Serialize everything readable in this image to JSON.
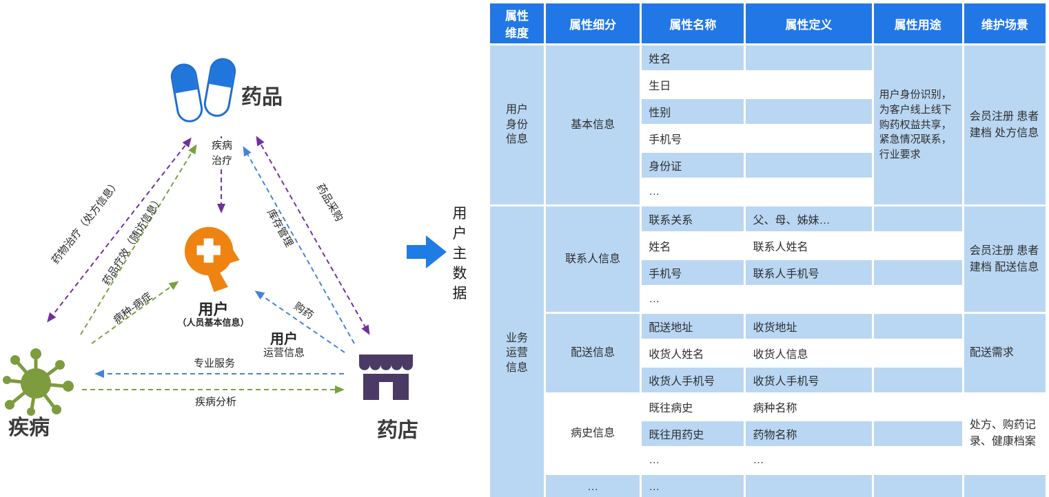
{
  "diagram": {
    "nodes": {
      "medicine": {
        "label": "药品"
      },
      "user": {
        "label": "用户",
        "sublabel": "（人员基本信息）"
      },
      "disease": {
        "label": "疾病"
      },
      "pharmacy": {
        "label": "药店"
      }
    },
    "edge_labels": {
      "disease_treatment": "疾病治疗",
      "drug_therapy": "药物治疗（处方信息）",
      "drug_efficacy": "药品疗效（随访信息）",
      "disease_symptom": "病种-病症",
      "drug_purchase": "药品采购",
      "inventory": "库存管理",
      "buy_medicine": "购药",
      "professional_service": "专业服务",
      "disease_analysis": "疾病分析"
    },
    "ops_label": {
      "line1": "用户",
      "line2": "运营信息"
    },
    "flow_label": "用户主数据"
  },
  "table": {
    "headers": [
      "属性\n维度",
      "属性细分",
      "属性名称",
      "属性定义",
      "属性用途",
      "维护场景"
    ],
    "identity": {
      "dimension": "用户\n身份\n信息",
      "subdivision": "基本信息",
      "rows": [
        {
          "name": "姓名",
          "definition": ""
        },
        {
          "name": "生日",
          "definition": ""
        },
        {
          "name": "性别",
          "definition": ""
        },
        {
          "name": "手机号",
          "definition": ""
        },
        {
          "name": "身份证",
          "definition": ""
        },
        {
          "name": "…",
          "definition": ""
        }
      ],
      "purpose": "用户身份识别，为客户线上线下购药权益共享，紧急情况联系，行业要求",
      "scenario": "会员注册\n患者建档\n处方信息"
    },
    "business": {
      "dimension": "业务\n运营\n信息",
      "groups": [
        {
          "subdivision": "联系人信息",
          "rows": [
            {
              "name": "联系关系",
              "definition": "父、母、姊妹…"
            },
            {
              "name": "姓名",
              "definition": "联系人姓名"
            },
            {
              "name": "手机号",
              "definition": "联系人手机号"
            },
            {
              "name": "…",
              "definition": ""
            }
          ],
          "scenario": "会员注册\n患者建档\n配送信息"
        },
        {
          "subdivision": "配送信息",
          "rows": [
            {
              "name": "配送地址",
              "definition": "收货地址"
            },
            {
              "name": "收货人姓名",
              "definition": "收货人信息"
            },
            {
              "name": "收货人手机号",
              "definition": "收货人手机号"
            }
          ],
          "scenario": "配送需求"
        },
        {
          "subdivision": "病史信息",
          "rows": [
            {
              "name": "既往病史",
              "definition": "病种名称"
            },
            {
              "name": "既往用药史",
              "definition": "药物名称"
            },
            {
              "name": "…",
              "definition": "…"
            }
          ],
          "scenario": "处方、购药记录、健康档案"
        },
        {
          "subdivision": "…",
          "rows": [
            {
              "name": "…",
              "definition": ""
            }
          ],
          "scenario": ""
        }
      ]
    }
  },
  "colors": {
    "header_blue": "#2277E6",
    "cell_blue": "#B9D7F3",
    "flow_arrow_blue": "#1F7CE4",
    "edge_purple": "#7030A0",
    "edge_green": "#79A13F",
    "edge_blue": "#4583D9",
    "user_orange": "#EE8311",
    "pill_blue": "#2176DC",
    "pharmacy_purple": "#4B3A63"
  }
}
